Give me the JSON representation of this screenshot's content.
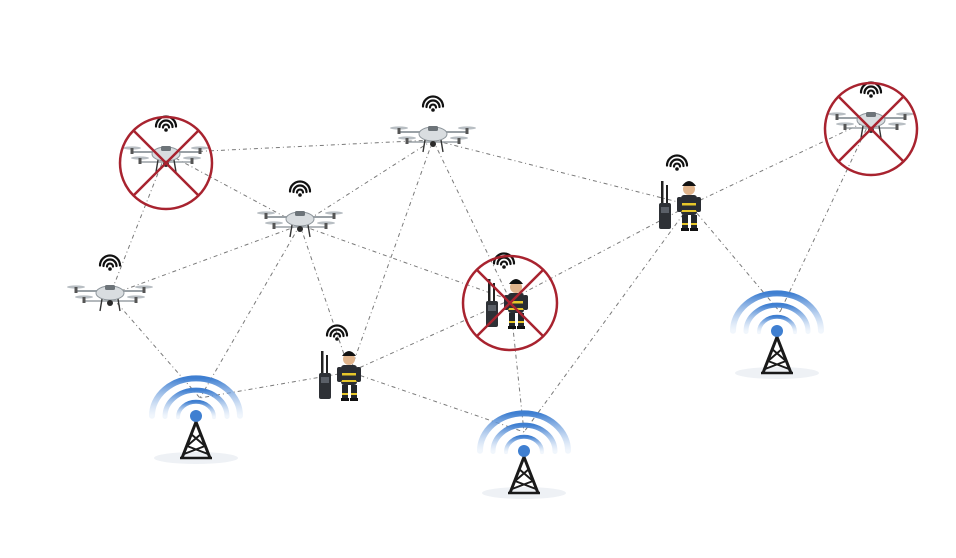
{
  "diagram": {
    "kind": "mesh-network",
    "nodes": [
      {
        "id": "drone-a",
        "type": "drone",
        "failed": true
      },
      {
        "id": "drone-b",
        "type": "drone",
        "failed": false
      },
      {
        "id": "drone-c",
        "type": "drone",
        "failed": false
      },
      {
        "id": "drone-d",
        "type": "drone",
        "failed": false
      },
      {
        "id": "drone-e",
        "type": "drone",
        "failed": true
      },
      {
        "id": "responder-a",
        "type": "firefighter-with-radio",
        "failed": false
      },
      {
        "id": "responder-b",
        "type": "firefighter-with-radio",
        "failed": true
      },
      {
        "id": "responder-c",
        "type": "firefighter-with-radio",
        "failed": false
      },
      {
        "id": "tower-a",
        "type": "cell-tower",
        "failed": false
      },
      {
        "id": "tower-b",
        "type": "cell-tower",
        "failed": false
      },
      {
        "id": "tower-c",
        "type": "cell-tower",
        "failed": false
      }
    ],
    "links": [
      [
        "drone-a",
        "drone-b"
      ],
      [
        "drone-a",
        "drone-c"
      ],
      [
        "drone-a",
        "drone-d"
      ],
      [
        "drone-b",
        "drone-c"
      ],
      [
        "drone-b",
        "responder-c"
      ],
      [
        "drone-b",
        "responder-a"
      ],
      [
        "drone-b",
        "responder-b"
      ],
      [
        "drone-c",
        "drone-d"
      ],
      [
        "drone-c",
        "tower-a"
      ],
      [
        "drone-c",
        "responder-a"
      ],
      [
        "drone-c",
        "responder-b"
      ],
      [
        "drone-d",
        "tower-a"
      ],
      [
        "responder-a",
        "tower-a"
      ],
      [
        "responder-a",
        "tower-b"
      ],
      [
        "responder-a",
        "responder-b"
      ],
      [
        "responder-b",
        "tower-b"
      ],
      [
        "responder-b",
        "responder-c"
      ],
      [
        "responder-c",
        "tower-b"
      ],
      [
        "responder-c",
        "tower-c"
      ],
      [
        "responder-c",
        "drone-e"
      ],
      [
        "drone-e",
        "tower-c"
      ]
    ],
    "colors": {
      "link": "#7a7a7a",
      "failed_marker": "#a8232f",
      "signal_arcs": "#3f7fd1",
      "tower": "#1a1a1a",
      "drone_body": "#d9dde0",
      "uniform": "#2a2d33",
      "uniform_stripe": "#e6c62a"
    },
    "icons": [
      "wifi-icon",
      "drone-icon",
      "firefighter-icon",
      "radio-icon",
      "cell-tower-icon",
      "failed-node-icon"
    ]
  }
}
